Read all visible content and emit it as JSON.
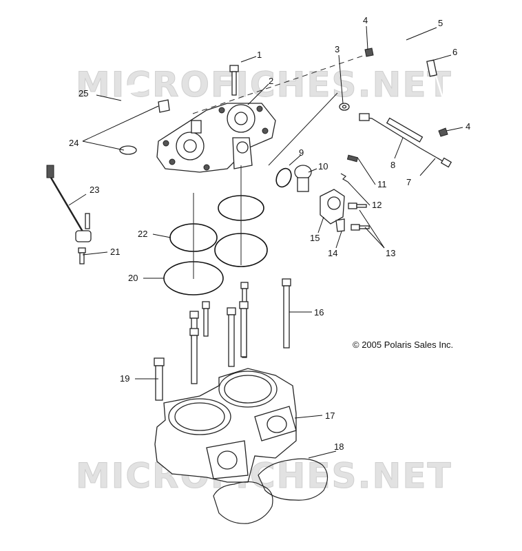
{
  "copyright": "© 2005 Polaris Sales Inc.",
  "watermark_text": "MICROFICHES.NET",
  "callouts": [
    "1",
    "2",
    "3",
    "4",
    "5",
    "6",
    "4",
    "7",
    "8",
    "9",
    "10",
    "11",
    "12",
    "13",
    "14",
    "15",
    "16",
    "17",
    "18",
    "19",
    "20",
    "21",
    "22",
    "23",
    "24",
    "25"
  ]
}
